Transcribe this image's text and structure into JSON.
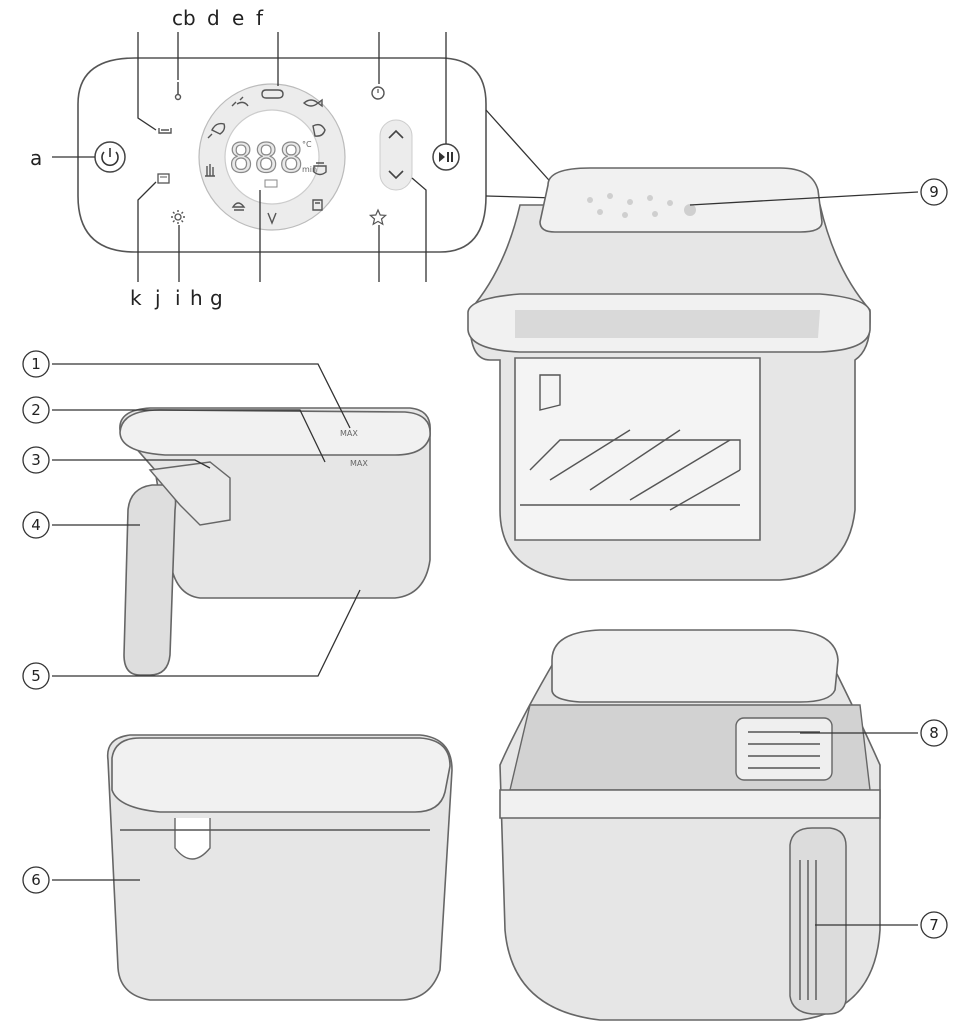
{
  "panel_labels": {
    "a": "a",
    "cb": "cb",
    "d": "d",
    "e": "e",
    "f": "f",
    "k": "k",
    "j": "j",
    "i": "i",
    "h": "h",
    "g": "g"
  },
  "display": {
    "digits": "888",
    "unit_temp": "°C",
    "unit_time": "min"
  },
  "callouts": [
    "1",
    "2",
    "3",
    "4",
    "5",
    "6",
    "7",
    "8",
    "9"
  ],
  "basket_marks": {
    "max_1": "MAX",
    "max_2": "MAX"
  },
  "icons": {
    "power": "power-icon",
    "start_pause": "start-pause-icon",
    "up": "chevron-up-icon",
    "down": "chevron-down-icon",
    "timer": "timer-icon",
    "thermometer": "thermometer-icon",
    "favorite": "star-icon",
    "light": "light-icon"
  }
}
